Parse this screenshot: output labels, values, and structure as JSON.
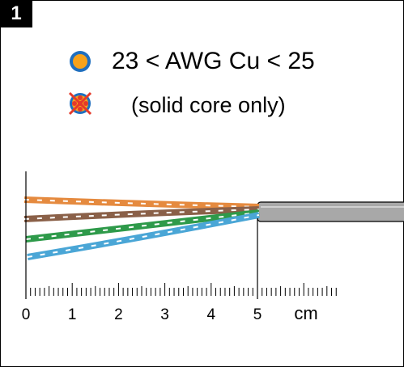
{
  "figure": {
    "step_number": "1",
    "specs": {
      "awg_range": "23 < AWG Cu < 25",
      "solid_core_note": "(solid core only)"
    },
    "icons": {
      "solid_wire": "solid-conductor-icon",
      "stranded_forbidden": "stranded-conductor-crossed-icon"
    },
    "ruler": {
      "labels": [
        "0",
        "1",
        "2",
        "3",
        "4",
        "5"
      ],
      "unit": "cm",
      "minor_ticks_per_cm": 10
    },
    "wire_colors": {
      "orange": "#e58a3f",
      "brown": "#8a6048",
      "green": "#2e9a4a",
      "blue": "#4aa6d6",
      "jacket": "#a8a8a8",
      "icon_orange": "#f7a21b",
      "icon_blue": "#1f6fbf",
      "cross_red": "#e53a2a"
    }
  }
}
